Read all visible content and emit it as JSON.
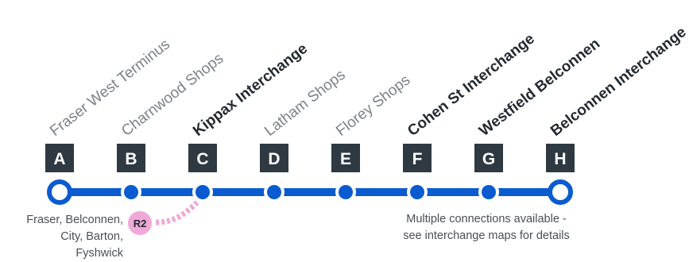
{
  "line_color": "#0a5bd0",
  "connector_color": "#f0a8d8",
  "stops": [
    {
      "letter": "A",
      "name": "Fraser West Terminus",
      "major": false,
      "terminus": true
    },
    {
      "letter": "B",
      "name": "Charnwood Shops",
      "major": false,
      "terminus": false
    },
    {
      "letter": "C",
      "name": "Kippax Interchange",
      "major": true,
      "terminus": false
    },
    {
      "letter": "D",
      "name": "Latham Shops",
      "major": false,
      "terminus": false
    },
    {
      "letter": "E",
      "name": "Florey Shops",
      "major": false,
      "terminus": false
    },
    {
      "letter": "F",
      "name": "Cohen St Interchange",
      "major": true,
      "terminus": false
    },
    {
      "letter": "G",
      "name": "Westfield Belconnen",
      "major": true,
      "terminus": false
    },
    {
      "letter": "H",
      "name": "Belconnen Interchange",
      "major": true,
      "terminus": true
    }
  ],
  "connection": {
    "route": "R2",
    "destinations": [
      "Fraser, Belconnen,",
      "City, Barton,",
      "Fyshwick"
    ]
  },
  "interchange_note": [
    "Multiple connections available -",
    "see interchange maps for details"
  ]
}
